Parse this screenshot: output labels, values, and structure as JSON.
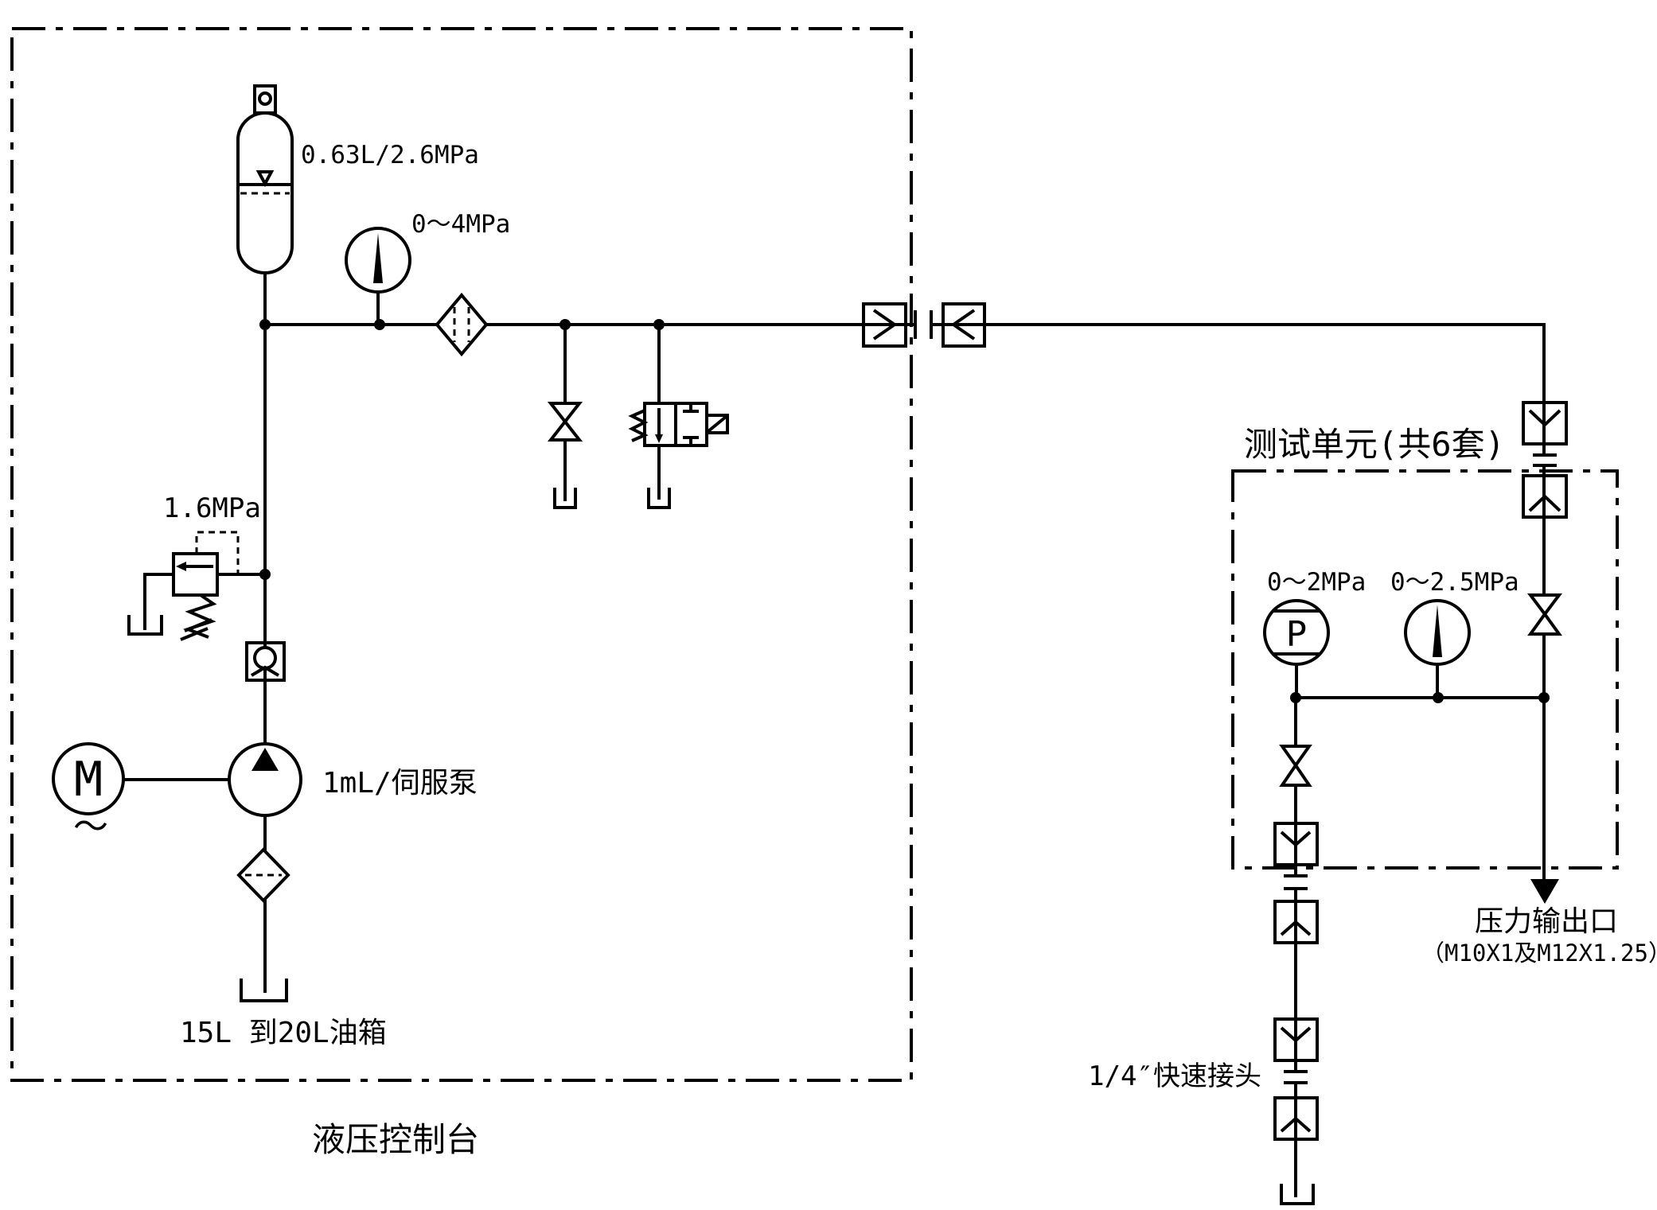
{
  "colors": {
    "line": "#000000",
    "background": "#ffffff"
  },
  "labels": {
    "accumulator": "0.63L/2.6MPa",
    "main_gauge": "0～4MPa",
    "relief_valve": "1.6MPa",
    "pump": "1mL/伺服泵",
    "motor": "M",
    "motor_phase": "～",
    "tank": "15L 到20L油箱",
    "console": "液压控制台",
    "test_unit": "测试单元(共6套)",
    "pressure_sensor_range": "0～2MPa",
    "pressure_sensor": "P",
    "test_gauge_range": "0～2.5MPa",
    "output_port_line1": "压力输出口",
    "output_port_line2": "（M10X1及M12X1.25）",
    "quick_coupling": "1/4″快速接头"
  }
}
